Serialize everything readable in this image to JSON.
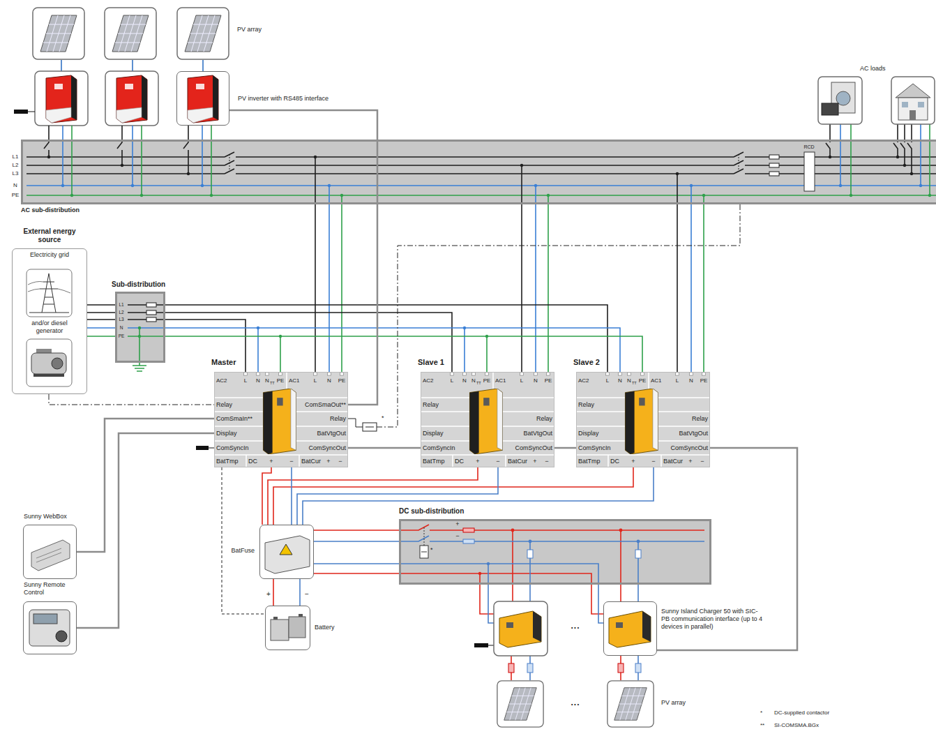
{
  "diagram": {
    "nodes": [
      {
        "text": [
          "PV inverter with RS485 interface"
        ]
      },
      {
        "text": [
          "AC sub-distribution"
        ]
      },
      {
        "text": [
          "External energy source",
          "Electricity grid",
          "and/or diesel generator"
        ]
      },
      {
        "text": [
          "Sub-distribution"
        ]
      },
      {
        "text": [
          "Master"
        ]
      },
      {
        "text": [
          "Slave 1"
        ]
      },
      {
        "text": [
          "Slave 2"
        ]
      },
      {
        "text": [
          "Sunny WebBox"
        ]
      },
      {
        "text": [
          "Sunny Remote Control"
        ]
      },
      {
        "text": [
          "BatFuse"
        ]
      },
      {
        "text": [
          "Battery"
        ]
      },
      {
        "text": [
          "DC sub-distribution"
        ]
      },
      {
        "text": [
          "Sunny Island Charger 50 with SIC-PB communication interface (up to 4 devices in parallel)"
        ]
      }
    ],
    "edges": [
      {
        "from": 4,
        "to": 0,
        "arrow": "none"
      },
      {
        "from": 2,
        "to": 4,
        "arrow": "none"
      },
      {
        "from": 7,
        "to": 4,
        "arrow": "none"
      },
      {
        "from": 8,
        "to": 4,
        "arrow": "none"
      },
      {
        "from": 4,
        "to": 5,
        "arrow": "none"
      },
      {
        "from": 5,
        "to": 6,
        "arrow": "none"
      },
      {
        "from": 6,
        "to": 12,
        "arrow": "none"
      },
      {
        "from": 4,
        "to": 10,
        "arrow": "none"
      }
    ],
    "labels": [
      "PV array",
      "AC loads",
      "L1",
      "L2",
      "L3",
      "N",
      "PE",
      "RCD",
      "L1",
      "L2",
      "L3",
      "N",
      "PE",
      "*",
      "*",
      "+",
      "−",
      "+",
      "−",
      "...",
      "...",
      "PV array",
      "*",
      "DC-supplied contactor",
      "**",
      "SI-COMSMA.BGx",
      "AC2",
      "L",
      "N",
      "N",
      "TT",
      "PE",
      "AC1",
      "L",
      "N",
      "PE",
      "Relay",
      "ComSmaIn**",
      "Display",
      "ComSyncIn",
      "BatTmp",
      "DC",
      "+",
      "−",
      "BatCur",
      "+",
      "−",
      "ComSmaOut**",
      "Relay",
      "BatVtgOut",
      "ComSyncOut",
      "AC2",
      "L",
      "N",
      "N",
      "TT",
      "PE",
      "AC1",
      "L",
      "N",
      "PE",
      "Relay",
      "Display",
      "ComSyncIn",
      "BatTmp",
      "DC",
      "+",
      "−",
      "BatCur",
      "+",
      "−",
      "Relay",
      "BatVtgOut",
      "ComSyncOut",
      "AC2",
      "L",
      "N",
      "N",
      "TT",
      "PE",
      "AC1",
      "L",
      "N",
      "PE",
      "Relay",
      "Display",
      "ComSyncIn",
      "BatTmp",
      "DC",
      "+",
      "−",
      "BatCur",
      "+",
      "−",
      "Relay",
      "BatVtgOut",
      "ComSyncOut"
    ]
  }
}
